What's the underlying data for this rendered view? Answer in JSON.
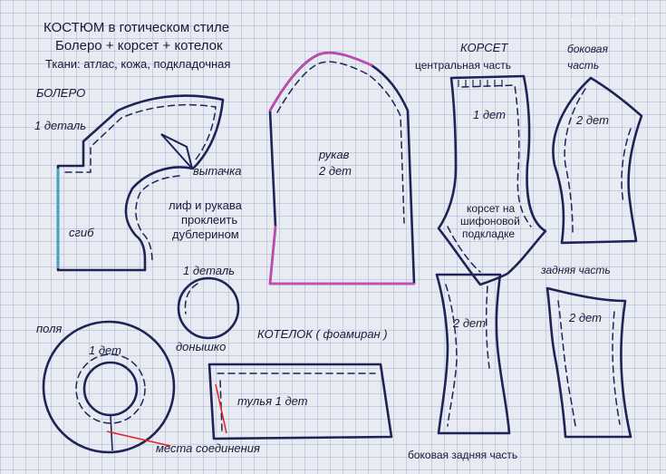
{
  "header": {
    "line1": "КОСТЮМ  в готическом стиле",
    "line2": "Болеро + корсет + котелок",
    "line3": "Ткани: атлас, кожа, подкладочная"
  },
  "watermark": "Svetlana Top",
  "bolero": {
    "title": "БОЛЕРО",
    "count": "1 деталь",
    "fold": "сгиб",
    "dart": "вытачка",
    "note": [
      "лиф и рукава",
      "проклеить",
      "дублерином"
    ]
  },
  "sleeve": {
    "label": "рукав",
    "count": "2 дет"
  },
  "corset": {
    "title": "КОРСЕТ",
    "center_title": "центральная часть",
    "center_count": "1 дет",
    "center_note": [
      "корсет на",
      "шифоновой",
      "подкладке"
    ],
    "side_title": [
      "боковая",
      "часть"
    ],
    "side_count": "2 дет",
    "back_title": "задняя часть",
    "back_count": "2 дет",
    "side_back_count": "2 дет",
    "side_back_title": "боковая задняя часть"
  },
  "hat": {
    "title": "КОТЕЛОК  ( фоамиран )",
    "bottom_count": "1 деталь",
    "bottom_label": "донышко",
    "brim_label": "поля",
    "brim_count": "1 дет",
    "crown_label": "тулья 1 дет",
    "joins_label": "места соединения"
  },
  "colors": {
    "outline": "#1e2455",
    "sleeve_accent": "#d046b8",
    "fold_line": "#3fa6c8",
    "join_marks": "#e0262a"
  }
}
